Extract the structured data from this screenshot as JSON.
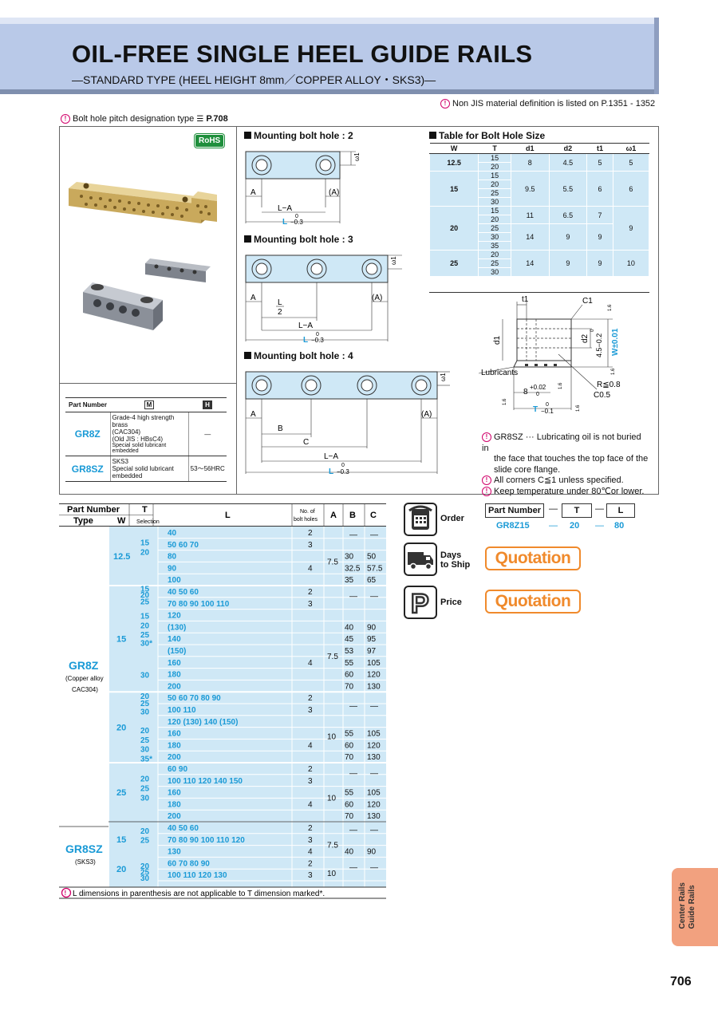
{
  "header": {
    "title": "OIL-FREE SINGLE HEEL GUIDE RAILS",
    "subtitle": "—STANDARD TYPE (HEEL HEIGHT 8mm／COPPER ALLOY・SKS3)—"
  },
  "notes": {
    "non_jis": "Non JIS material definition is listed on P.1351 - 1352",
    "bolt_pitch": "Bolt hole pitch designation type",
    "bolt_pitch_page": "P.708",
    "rohs": "RoHS"
  },
  "diagrams": {
    "head2": "Mounting bolt hole : 2",
    "head3": "Mounting bolt hole : 3",
    "head4": "Mounting bolt hole : 4",
    "A": "A",
    "Ap": "(A)",
    "B": "B",
    "C": "C",
    "LA": "L−A",
    "L": "L",
    "L_tol": "−0.3",
    "zero": "0",
    "w1": "ω1",
    "half": "L",
    "two": "2"
  },
  "hole_table": {
    "title": "Table for Bolt Hole Size",
    "headers": [
      "W",
      "T",
      "d1",
      "d2",
      "t1",
      "ω1"
    ]
  },
  "section": {
    "t1": "t1",
    "c1": "C1",
    "d1": "d1",
    "d2": "d2",
    "h": "4.5−0.2",
    "h0": "0",
    "w_tol": "W±0.01",
    "lubricants": "Lubricants",
    "r": "R≦0.8",
    "c05": "C0.5",
    "eight": "8",
    "eight_tol": "+0.02",
    "eight_tol0": "0",
    "t": "T",
    "t_tol": "−0.1",
    "t_tol0": "0",
    "r16": "1.6",
    "r16b": "1.6",
    "r16c": "1.6",
    "r16d": "1.6",
    "r16e": "1.6"
  },
  "materials": {
    "headers": [
      "Part Number",
      "M",
      "H"
    ],
    "rows": [
      {
        "pn": "GR8Z",
        "m1": "Grade-4 high strength brass",
        "m2": "(CAC304)",
        "m3": "(Old JIS : HBsC4)",
        "m4": "Special solid lubricant embedded",
        "h": "—"
      },
      {
        "pn": "GR8SZ",
        "m1": "SKS3",
        "m2": "Special solid lubricant",
        "m3": "embedded",
        "h": "53～56HRC"
      }
    ]
  },
  "lube_notes": {
    "n1a": "GR8SZ ··· Lubricating oil is not buried in",
    "n1b": "the face that touches the top face of the",
    "n1c": "slide core flange.",
    "n2": "All corners C≦1 unless specified.",
    "n3": "Keep temperature under 80℃or lower."
  },
  "main_table": {
    "h_pn": "Part Number",
    "h_type": "Type",
    "h_t": "T",
    "h_w": "W",
    "h_sel": "Selection",
    "h_l": "L",
    "h_holes1": "No. of",
    "h_holes2": "bolt holes",
    "h_a": "A",
    "h_b": "B",
    "h_c": "C",
    "gr8z": "GR8Z",
    "gr8z_m1": "(Copper alloy",
    "gr8z_m2": "CAC304)",
    "gr8sz": "GR8SZ",
    "gr8sz_m": "(SKS3)",
    "footnote": "L dimensions in parenthesis are not applicable to T dimension marked*."
  },
  "order": {
    "order": "Order",
    "days1": "Days",
    "days2": "to Ship",
    "price": "Price",
    "quotation": "Quotation",
    "pn_label": "Part Number",
    "t_label": "T",
    "l_label": "L",
    "ex_pn": "GR8Z15",
    "ex_t": "20",
    "ex_l": "80",
    "dash": "—"
  },
  "side_tab": {
    "line1": "Guide Rails",
    "line2": "Center Rails"
  },
  "page_number": "706"
}
